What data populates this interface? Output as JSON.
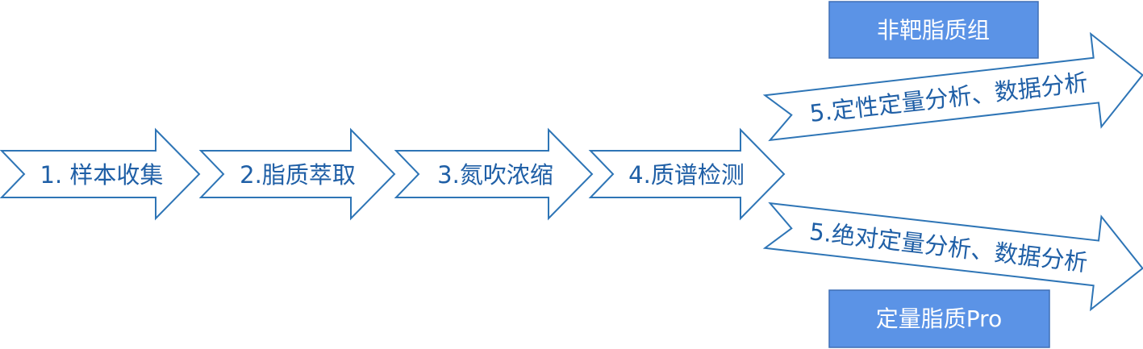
{
  "steps": [
    {
      "label": "1. 样本收集"
    },
    {
      "label": "2.脂质萃取"
    },
    {
      "label": "3.氮吹浓缩"
    },
    {
      "label": "4.质谱检测"
    }
  ],
  "branches": {
    "upper": {
      "label": "5.定性定量分析、数据分析",
      "box_label": "非靶脂质组"
    },
    "lower": {
      "label": "5.绝对定量分析、数据分析",
      "box_label": "定量脂质Pro"
    }
  },
  "colors": {
    "arrow_stroke": "#2e75b6",
    "arrow_text": "#1f5fa6",
    "box_fill": "#5b93e6",
    "box_text": "#ffffff"
  }
}
